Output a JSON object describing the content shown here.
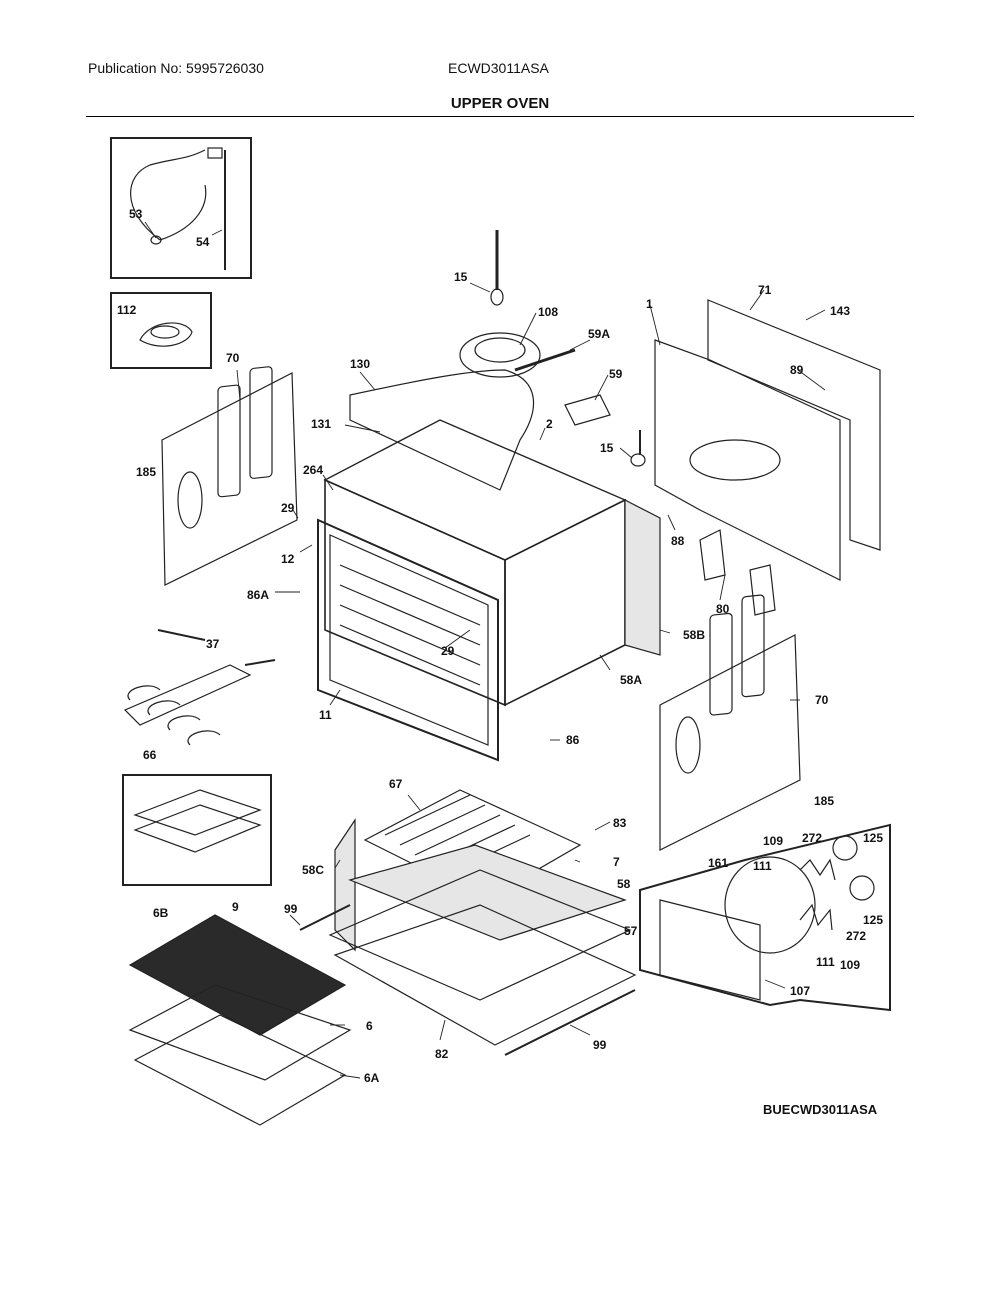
{
  "header": {
    "publication": "Publication No: 5995726030",
    "model": "ECWD3011ASA",
    "title": "UPPER OVEN"
  },
  "footer": {
    "diagram_code": "BUECWD3011ASA"
  },
  "callouts": {
    "c53": "53",
    "c54": "54",
    "c112": "112",
    "c70a": "70",
    "c185a": "185",
    "c15a": "15",
    "c108": "108",
    "c59a": "59A",
    "c59": "59",
    "c15b": "15",
    "c1": "1",
    "c71": "71",
    "c143": "143",
    "c89": "89",
    "c130": "130",
    "c131": "131",
    "c2": "2",
    "c264": "264",
    "c29a": "29",
    "c12": "12",
    "c88": "88",
    "c80": "80",
    "c86a": "86A",
    "c37": "37",
    "c29b": "29",
    "c58b": "58B",
    "c58a": "58A",
    "c66": "66",
    "c11": "11",
    "c86": "86",
    "c70b": "70",
    "c185b": "185",
    "c67": "67",
    "c83": "83",
    "c109a": "109",
    "c272a": "272",
    "c125a": "125",
    "c161": "161",
    "c111a": "111",
    "c58c": "58C",
    "c7": "7",
    "c58": "58",
    "c125b": "125",
    "c272b": "272",
    "c9": "9",
    "c6b": "6B",
    "c99a": "99",
    "c57": "57",
    "c111b": "111",
    "c109b": "109",
    "c107": "107",
    "c6": "6",
    "c82": "82",
    "c99b": "99",
    "c6a": "6A"
  }
}
